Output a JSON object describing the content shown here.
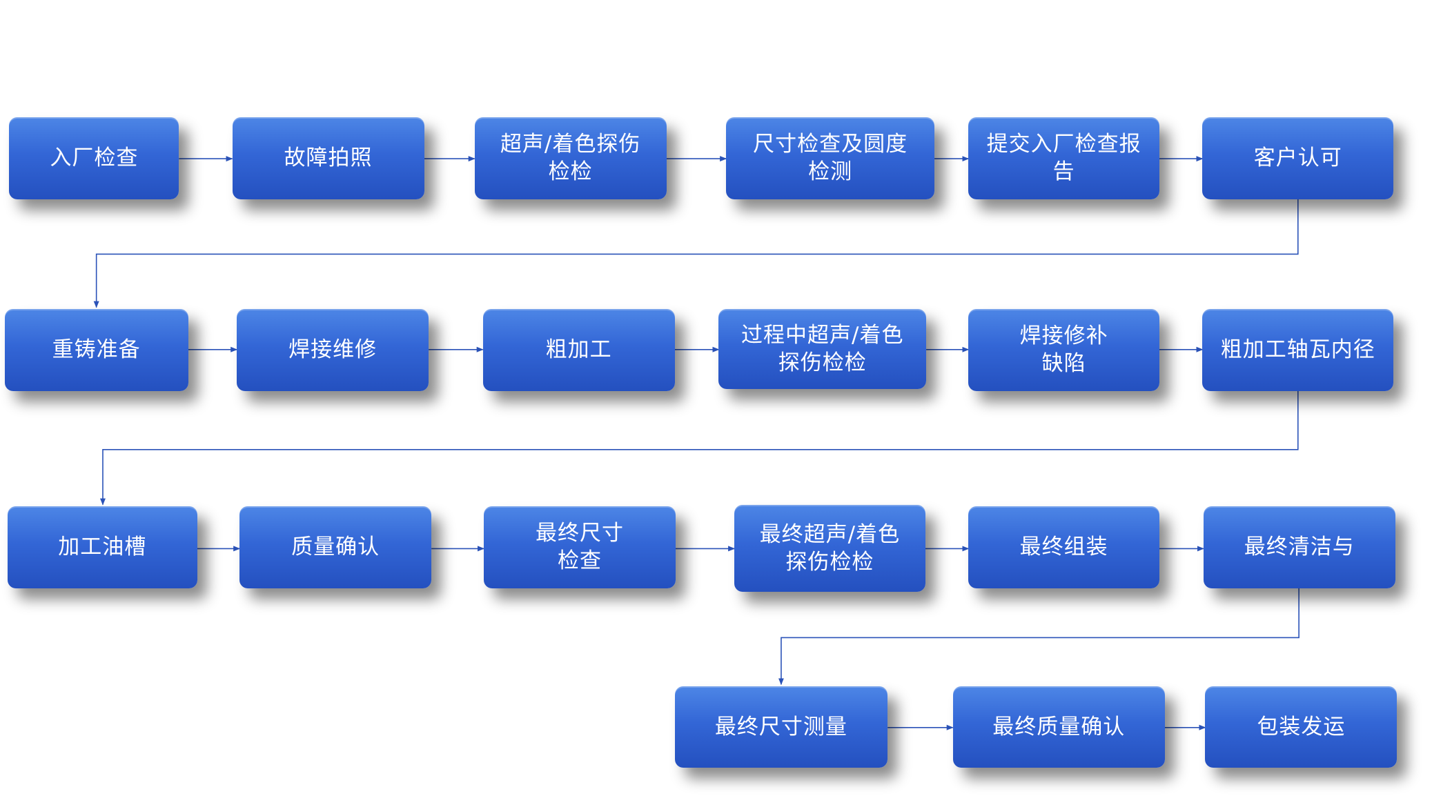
{
  "steps": [
    "入厂检查",
    "故障拍照",
    "超声/着色探伤\n检检",
    "尺寸检查及圆度\n检测",
    "提交入厂检查报\n告",
    "客户认可",
    "重铸准备",
    "焊接维修",
    "粗加工",
    "过程中超声/着色\n探伤检检",
    "焊接修补\n缺陷",
    "粗加工轴瓦内径",
    "加工油槽",
    "质量确认",
    "最终尺寸\n检查",
    "最终超声/着色\n探伤检检",
    "最终组装",
    "最终清洁与",
    "最终尺寸测量",
    "最终质量确认",
    "包装发运"
  ],
  "colors": {
    "box_top": "#4d86e6",
    "box_bottom": "#2450bf",
    "connector": "#2a52b8",
    "text": "#ffffff"
  }
}
